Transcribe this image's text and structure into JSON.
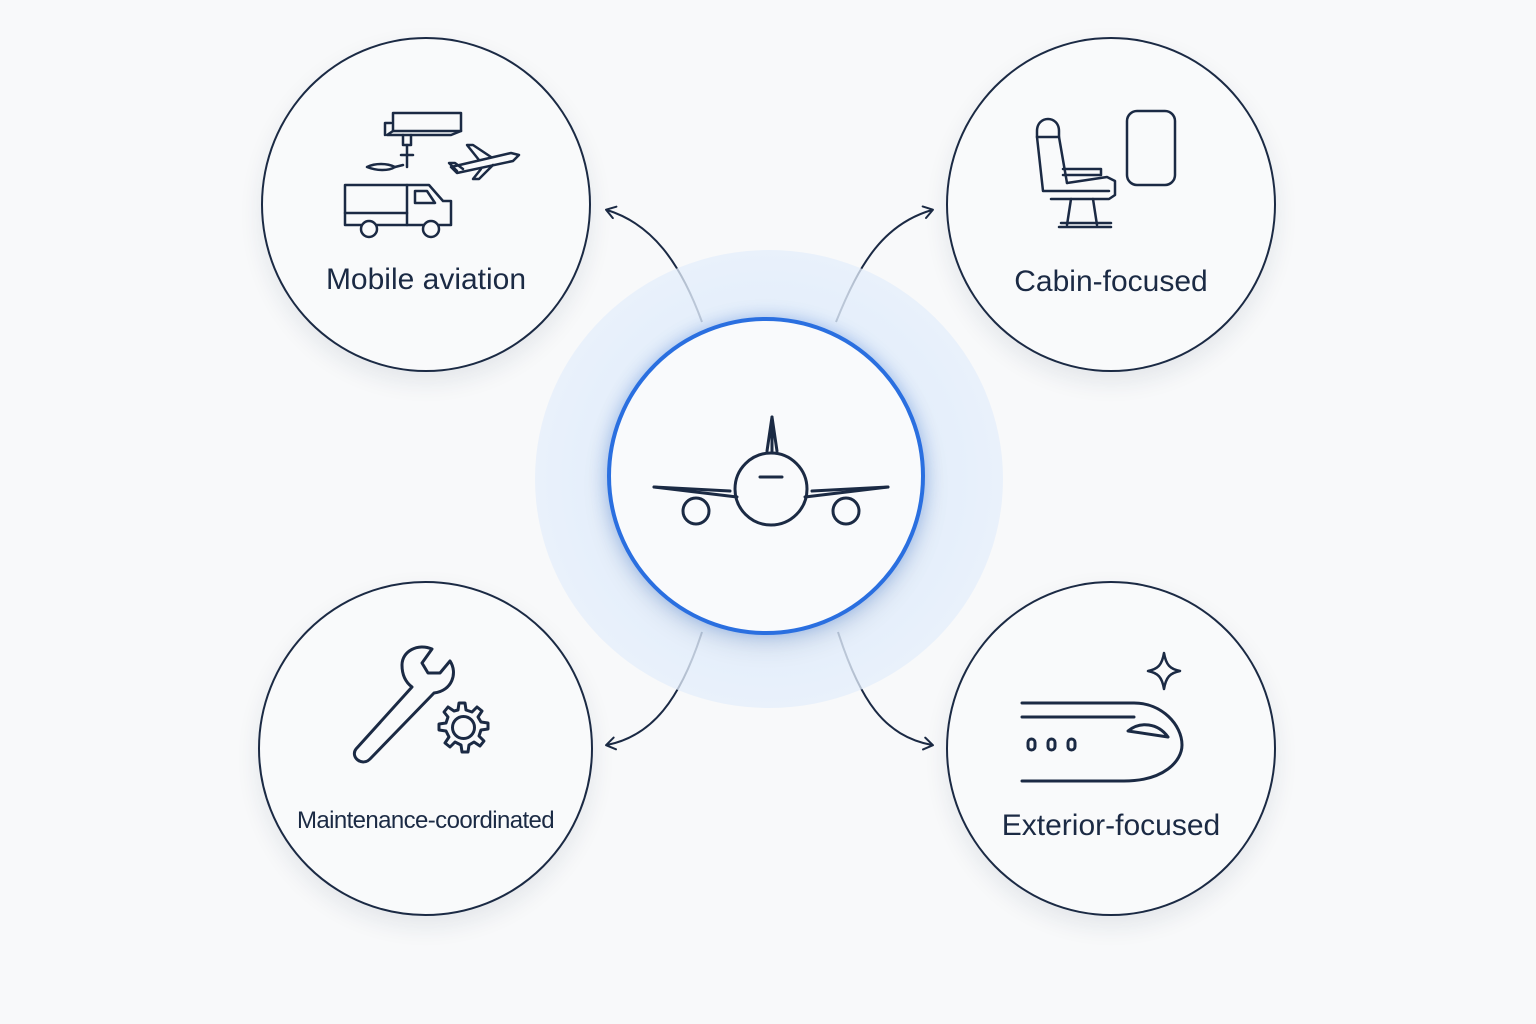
{
  "diagram": {
    "hub": {
      "icon": "airplane-front-icon"
    },
    "nodes": [
      {
        "id": "mobile",
        "label": "Mobile aviation",
        "icon": "catering-truck-airplane-icon"
      },
      {
        "id": "cabin",
        "label": "Cabin-focused",
        "icon": "seat-window-icon"
      },
      {
        "id": "maintenance",
        "label": "Maintenance-coordinated",
        "icon": "wrench-gear-icon"
      },
      {
        "id": "exterior",
        "label": "Exterior-focused",
        "icon": "fuselage-sparkle-icon"
      }
    ],
    "colors": {
      "accent": "#2a6fe0",
      "stroke": "#1b2a44",
      "halo": "#e2edfb",
      "background": "#f8f9fa"
    }
  }
}
